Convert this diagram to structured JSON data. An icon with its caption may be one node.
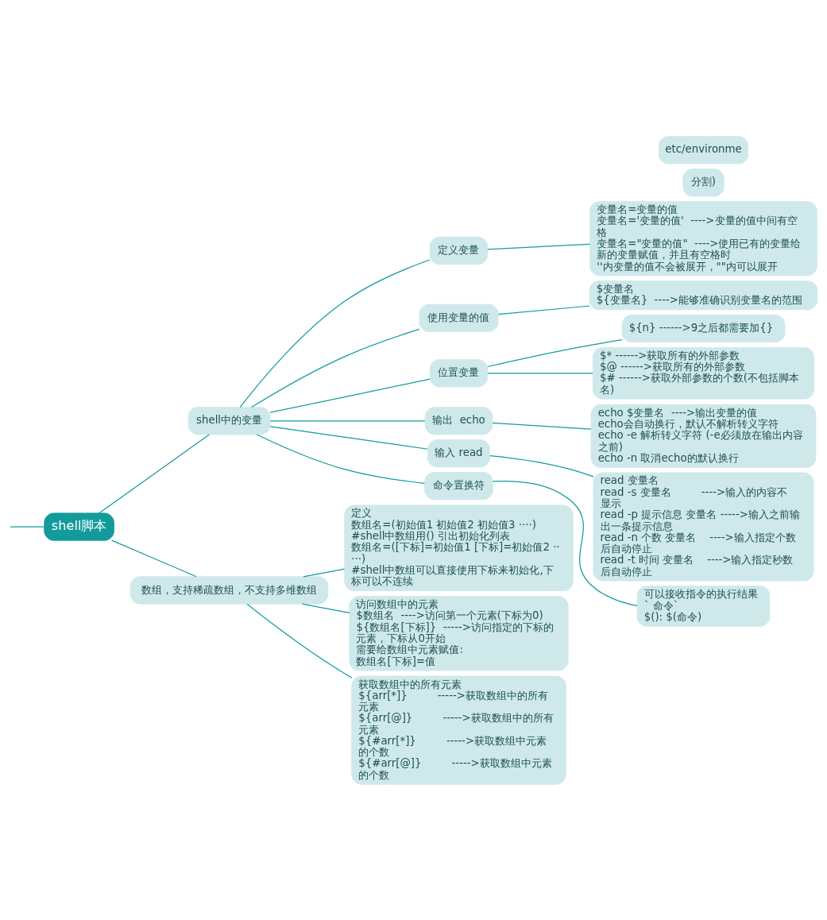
{
  "diagram": {
    "nodes": [
      {
        "text": [
          "shell脚本"
        ]
      },
      {
        "text": [
          "shell中的变量"
        ]
      },
      {
        "text": [
          "定义变量"
        ]
      },
      {
        "text": [
          "变量名=变量的值",
          "变量名='变量的值'  ---->变量的值中间有空格",
          "变量名=\"变量的值\"  ---->使用已有的变量给新的变量赋值，并且有空格时",
          "''内变量的值不会被展开，\"\"内可以展开"
        ]
      },
      {
        "text": [
          "使用变量的值"
        ]
      },
      {
        "text": [
          "$变量名",
          "${变量名}  ---->能够准确识别变量名的范围"
        ]
      },
      {
        "text": [
          "位置变量"
        ]
      },
      {
        "text": [
          "${n} ------>9之后都需要加{}"
        ]
      },
      {
        "text": [
          "$* ------>获取所有的外部参数",
          "$@ ------>获取所有的外部参数",
          "$# ------>获取外部参数的个数(不包括脚本名)"
        ]
      },
      {
        "text": [
          "输出  echo"
        ]
      },
      {
        "text": [
          "echo $变量名  ---->输出变量的值",
          "echo会自动换行，默认不解析转义字符",
          "echo -e 解析转义字符 (-e必须放在输出内容之前)",
          "echo -n 取消echo的默认换行"
        ]
      },
      {
        "text": [
          "输入 read"
        ]
      },
      {
        "text": [
          "read 变量名",
          "read -s 变量名         ---->输入的内容不显示",
          "read -p 提示信息 变量名 ----->输入之前输出一条提示信息",
          "read -n 个数 变量名    ---->输入指定个数后自动停止",
          "read -t 时间 变量名    ---->输入指定秒数后自动停止"
        ]
      },
      {
        "text": [
          "命令置换符"
        ]
      },
      {
        "text": [
          "可以接收指令的执行结果",
          "` 命令`",
          "$(): $(命令)"
        ]
      },
      {
        "text": [
          "数组，支持稀疏数组，不支持多维数组"
        ]
      },
      {
        "text": [
          "定义",
          "数组名=(初始值1 初始值2 初始值3 ····)",
          "#shell中数组用() 引出初始化列表",
          "数组名=([下标]=初始值1 [下标]=初始值2 ·····)",
          "#shell中数组可以直接使用下标来初始化,下标可以不连续"
        ]
      },
      {
        "text": [
          "访问数组中的元素",
          "$数组名  ---->访问第一个元素(下标为0)",
          "${数组名[下标]}  ----->访问指定的下标的元素，下标从0开始",
          "需要给数组中元素赋值:",
          "数组名[下标]=值"
        ]
      },
      {
        "text": [
          "获取数组中的所有元素",
          "${arr[*]}         ----->获取数组中的所有元素",
          "${arr[@]}         ----->获取数组中的所有元素",
          "${#arr[*]}         ----->获取数组中元素的个数",
          "${#arr[@]}         ----->获取数组中元素的个数"
        ]
      },
      {
        "text": [
          "分割)"
        ]
      },
      {
        "text": [
          "etc/environme"
        ]
      }
    ],
    "edges": [
      {
        "from": null,
        "to": 0,
        "arrow": "none"
      },
      {
        "from": 0,
        "to": 1,
        "arrow": "none"
      },
      {
        "from": 0,
        "to": 15,
        "arrow": "none"
      },
      {
        "from": 1,
        "to": 2,
        "arrow": "none"
      },
      {
        "from": 1,
        "to": 4,
        "arrow": "none"
      },
      {
        "from": 1,
        "to": 6,
        "arrow": "none"
      },
      {
        "from": 1,
        "to": 9,
        "arrow": "none"
      },
      {
        "from": 1,
        "to": 11,
        "arrow": "none"
      },
      {
        "from": 1,
        "to": 13,
        "arrow": "none"
      },
      {
        "from": 2,
        "to": 3,
        "arrow": "none"
      },
      {
        "from": 4,
        "to": 5,
        "arrow": "none"
      },
      {
        "from": 6,
        "to": 7,
        "arrow": "none"
      },
      {
        "from": 6,
        "to": 8,
        "arrow": "none"
      },
      {
        "from": 9,
        "to": 10,
        "arrow": "none"
      },
      {
        "from": 11,
        "to": 12,
        "arrow": "none"
      },
      {
        "from": 13,
        "to": 14,
        "arrow": "none"
      },
      {
        "from": 15,
        "to": 16,
        "arrow": "none"
      },
      {
        "from": 15,
        "to": 17,
        "arrow": "none"
      },
      {
        "from": 15,
        "to": 18,
        "arrow": "none"
      }
    ]
  }
}
